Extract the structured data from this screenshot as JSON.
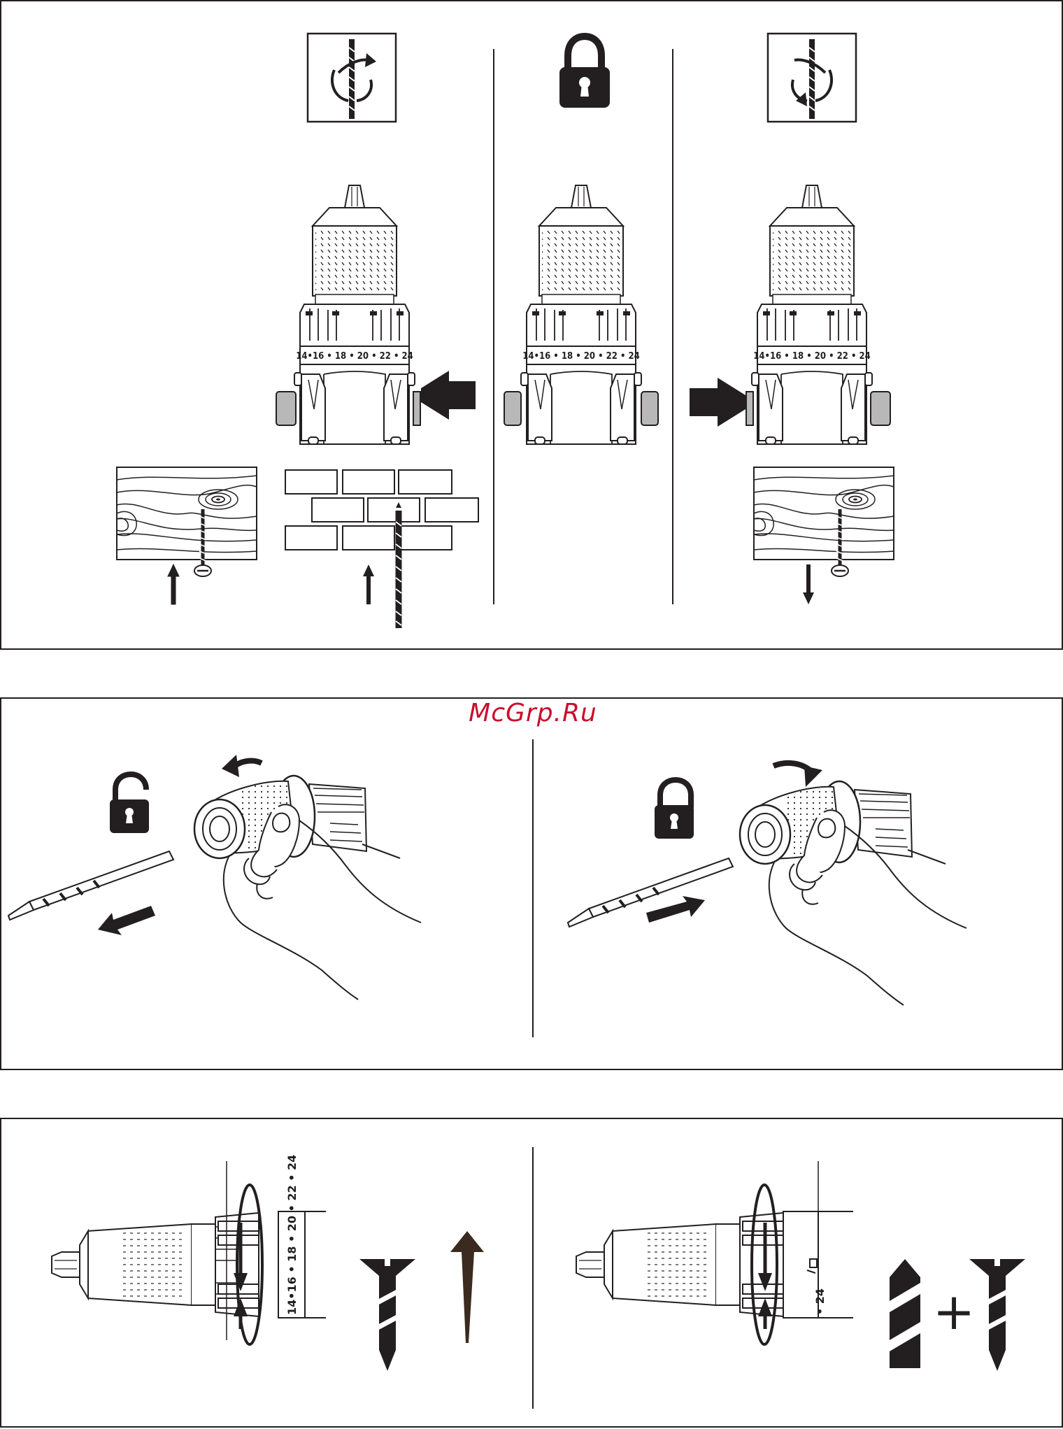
{
  "watermark": "McGrp.Ru",
  "torque_scale": "14•16 • 18 • 20 • 22 • 24",
  "torque_scale_vertical": "14•16 • 18 • 20 • 22 • 24",
  "torque_scale_24": "• 24",
  "plus_symbol": "+",
  "icons": {
    "rotation_clockwise": "rotate-clockwise-icon",
    "lock": "padlock-locked-icon",
    "rotation_counterclockwise": "rotate-counterclockwise-icon",
    "unlock": "padlock-unlocked-icon",
    "screw": "screw-icon",
    "drill_bit": "drill-bit-icon"
  },
  "colors": {
    "ink": "#231f20",
    "switch_grey": "#b8b8b8",
    "watermark": "#c8102e"
  }
}
